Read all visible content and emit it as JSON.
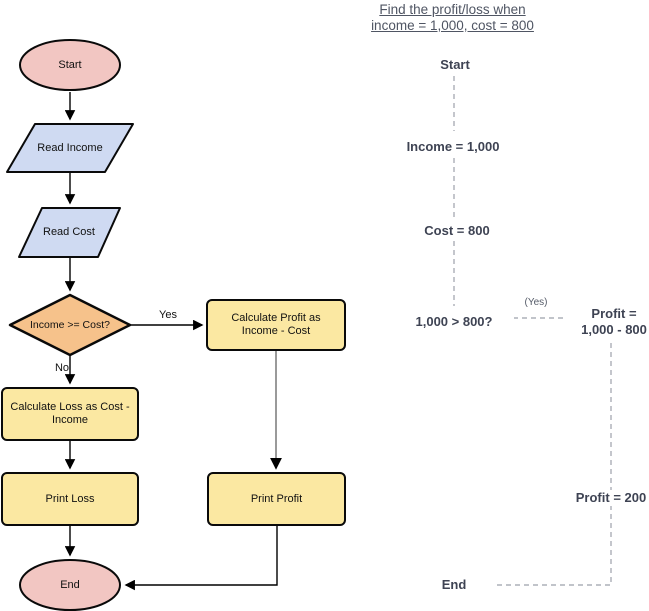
{
  "title": {
    "line1": "Find the profit/loss when",
    "line2": "income = 1,000, cost = 800"
  },
  "flowchart": {
    "start": "Start",
    "read_income": "Read Income",
    "read_cost": "Read Cost",
    "decision": "Income >= Cost?",
    "yes": "Yes",
    "no": "No",
    "calc_profit": "Calculate Profit as Income - Cost",
    "calc_loss": "Calculate Loss as Cost - Income",
    "print_loss": "Print Loss",
    "print_profit": "Print Profit",
    "end": "End"
  },
  "trace": {
    "start": "Start",
    "income": "Income = 1,000",
    "cost": "Cost = 800",
    "decision": "1,000 > 800?",
    "yes": "(Yes)",
    "profit_formula": "Profit =\n1,000 - 800",
    "profit_result": "Profit = 200",
    "end": "End"
  },
  "colors": {
    "terminator_fill": "#f2c6c2",
    "io_fill": "#cfdaf2",
    "decision_fill": "#f6c28b",
    "process_fill": "#fbe8a2",
    "shape_border": "#000000",
    "connector": "#000000",
    "profit_connector": "#808080",
    "trace_text": "#3e4353",
    "trace_dash": "#9ca1ab"
  }
}
